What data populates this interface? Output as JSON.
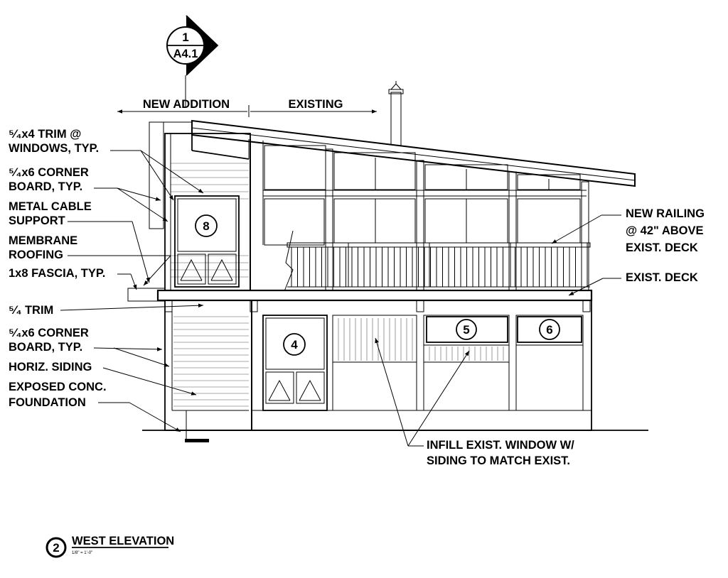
{
  "section_marker": {
    "number": "1",
    "sheet": "A4.1"
  },
  "dimension_labels": {
    "new_addition": "NEW ADDITION",
    "existing": "EXISTING"
  },
  "callouts": {
    "trim_windows": [
      "⁵⁄₄x4 TRIM @",
      "WINDOWS, TYP."
    ],
    "corner_board_upper": [
      "⁵⁄₄x6 CORNER",
      "BOARD, TYP."
    ],
    "metal_cable": [
      "METAL CABLE",
      "SUPPORT"
    ],
    "membrane": [
      "MEMBRANE",
      "ROOFING"
    ],
    "fascia": "1x8 FASCIA, TYP.",
    "trim": "⁵⁄₄ TRIM",
    "corner_board_lower": [
      "⁵⁄₄x6 CORNER",
      "BOARD, TYP."
    ],
    "siding": "HORIZ. SIDING",
    "foundation": [
      "EXPOSED CONC.",
      "FOUNDATION"
    ],
    "new_railing": [
      "NEW RAILING",
      "@ 42\" ABOVE",
      "EXIST. DECK"
    ],
    "exist_deck": "EXIST. DECK",
    "infill": [
      "INFILL EXIST. WINDOW W/",
      "SIDING TO MATCH EXIST."
    ]
  },
  "window_tags": {
    "w8": "8",
    "w4": "4",
    "w5": "5",
    "w6": "6"
  },
  "title_block": {
    "number": "2",
    "title": "WEST ELEVATION",
    "scale": "1/8\" = 1'-0\""
  }
}
